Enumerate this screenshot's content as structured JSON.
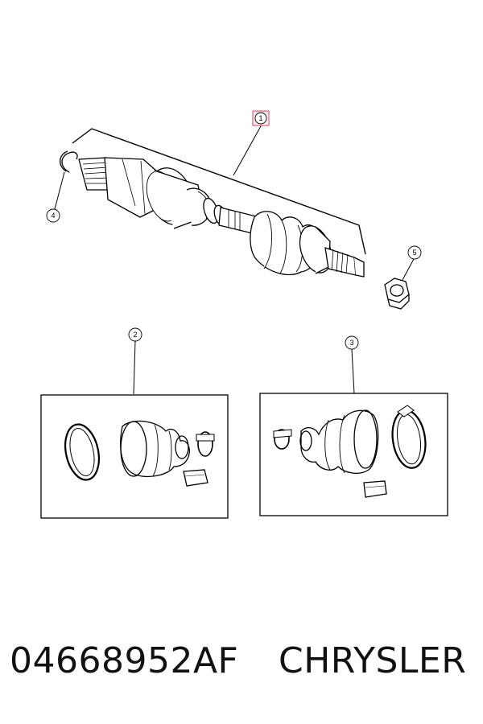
{
  "callouts": {
    "c1": "1",
    "c2": "2",
    "c3": "3",
    "c4": "4",
    "c5": "5"
  },
  "footer": {
    "part_number": "04668952AF",
    "brand": "CHRYSLER"
  },
  "colors": {
    "highlight": "#d9667a",
    "line": "#000000"
  }
}
